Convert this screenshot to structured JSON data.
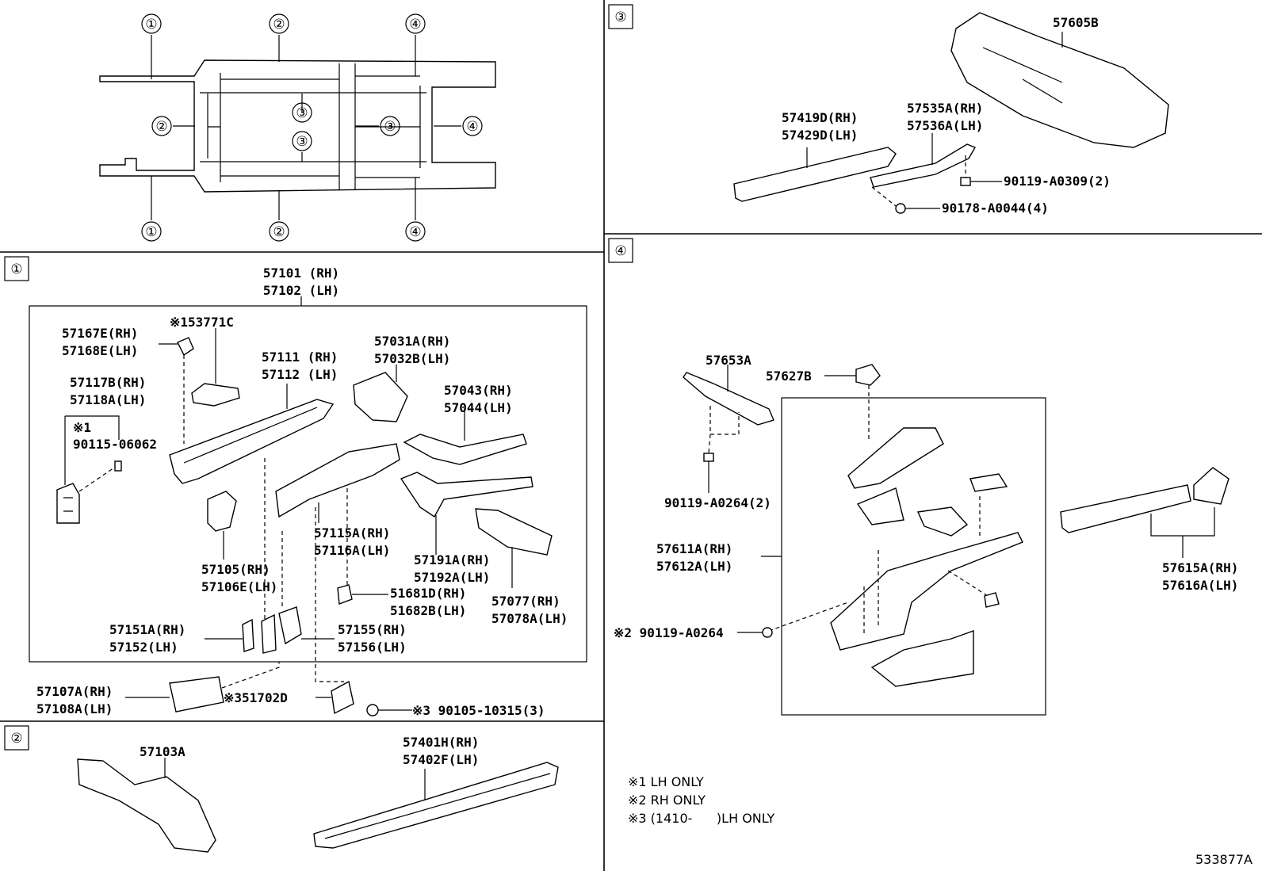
{
  "overview": {
    "markers": [
      "①",
      "②",
      "③",
      "④"
    ]
  },
  "sections": {
    "s1": "①",
    "s2": "②",
    "s3": "③",
    "s4": "④"
  },
  "labels": {
    "s1": [
      [
        "57101 (RH)",
        "57102 (LH)"
      ],
      [
        "57167E(RH)",
        "57168E(LH)"
      ],
      [
        "※153771C"
      ],
      [
        "57117B(RH)",
        "57118A(LH)"
      ],
      [
        "※1",
        "90115-06062"
      ],
      [
        "57111 (RH)",
        "57112 (LH)"
      ],
      [
        "57031A(RH)",
        "57032B(LH)"
      ],
      [
        "57043(RH)",
        "57044(LH)"
      ],
      [
        "57105(RH)",
        "57106E(LH)"
      ],
      [
        "57115A(RH)",
        "57116A(LH)"
      ],
      [
        "57191A(RH)",
        "57192A(LH)"
      ],
      [
        "51681D(RH)",
        "51682B(LH)"
      ],
      [
        "57077(RH)",
        "57078A(LH)"
      ],
      [
        "57151A(RH)",
        "57152(LH)"
      ],
      [
        "57155(RH)",
        "57156(LH)"
      ],
      [
        "57107A(RH)",
        "57108A(LH)"
      ],
      [
        "※351702D"
      ],
      [
        "※3 90105-10315(3)"
      ]
    ],
    "s2": [
      [
        "57103A"
      ],
      [
        "57401H(RH)",
        "57402F(LH)"
      ]
    ],
    "s3": [
      [
        "57605B"
      ],
      [
        "57419D(RH)",
        "57429D(LH)"
      ],
      [
        "57535A(RH)",
        "57536A(LH)"
      ],
      [
        "90119-A0309(2)"
      ],
      [
        "90178-A0044(4)"
      ]
    ],
    "s4": [
      [
        "57653A"
      ],
      [
        "57627B"
      ],
      [
        "90119-A0264(2)"
      ],
      [
        "57611A(RH)",
        "57612A(LH)"
      ],
      [
        "※2 90119-A0264"
      ],
      [
        "57615A(RH)",
        "57616A(LH)"
      ]
    ]
  },
  "notes": [
    "※1 LH ONLY",
    "※2 RH ONLY",
    "※3 (1410-      )LH ONLY"
  ],
  "diagram_id": "533877A"
}
